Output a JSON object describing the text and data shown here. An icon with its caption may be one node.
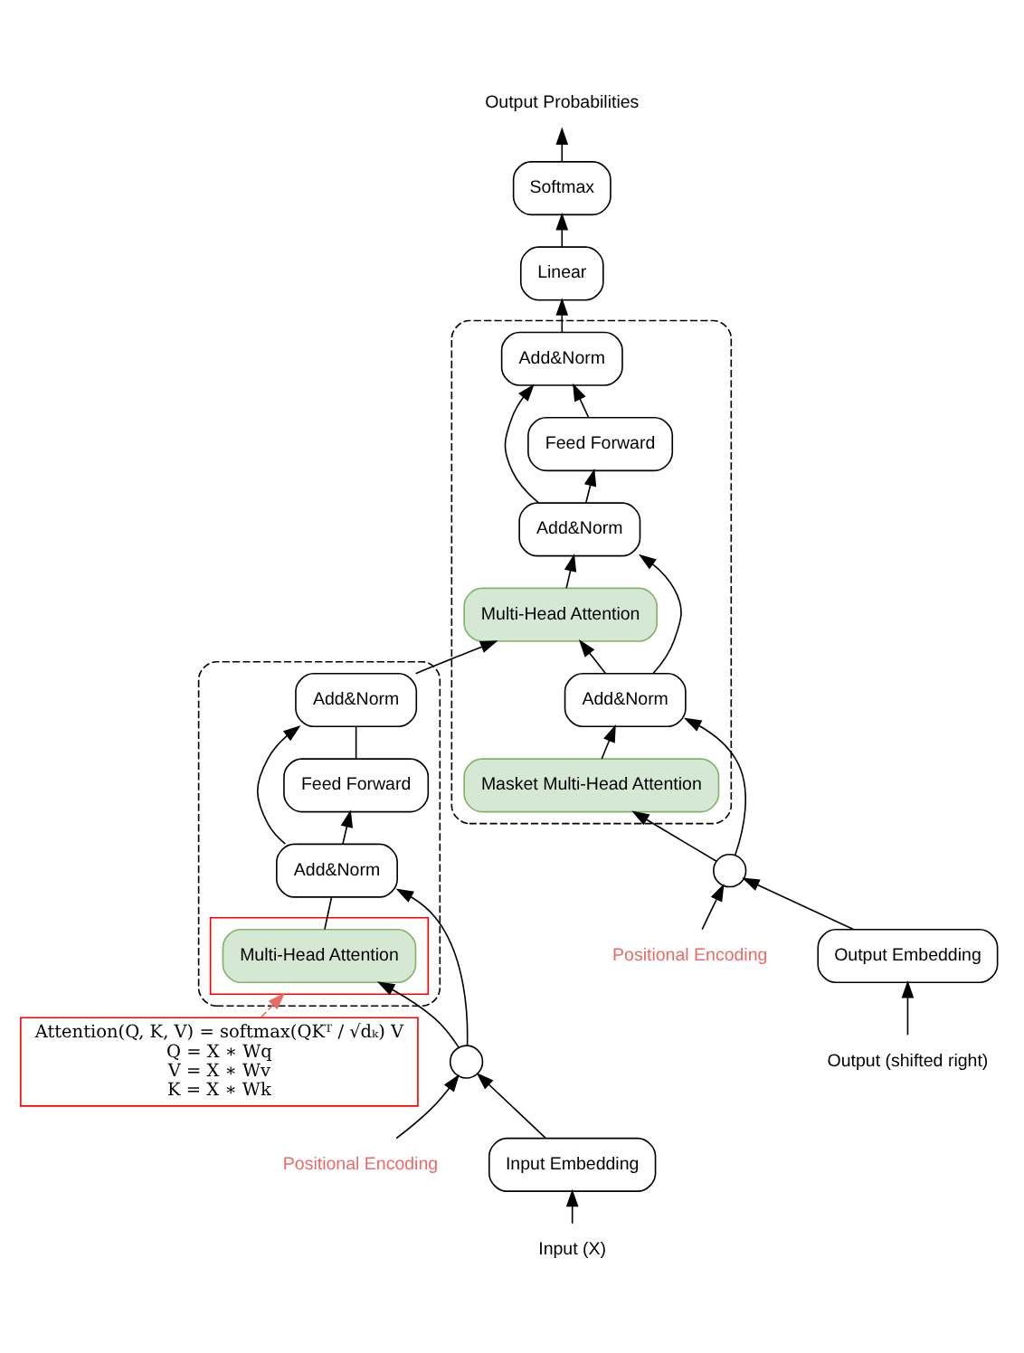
{
  "diagram": {
    "nodes": [
      {
        "text": [
          "Attention(Q, K, V) = softmax(QKᵀ / √dₖ) V",
          "Q = X ∗ Wq",
          "V = X ∗ Wv",
          "K = X ∗ Wk"
        ]
      },
      {
        "text": [],
        "shape": "box"
      },
      {
        "text": [],
        "shape": "box",
        "in": 1
      },
      {
        "text": [
          "Add&Norm"
        ],
        "in": 1
      },
      {
        "text": [
          "Feed Forward"
        ],
        "in": 1
      },
      {
        "text": [
          "Add&Norm"
        ],
        "in": 1
      },
      {
        "text": [
          "Multi-Head Attention"
        ],
        "in": 2
      },
      {
        "text": [
          "Positional Encoding"
        ]
      },
      {
        "text": [],
        "shape": "circle"
      },
      {
        "text": [
          "Input Embedding"
        ]
      },
      {
        "text": [
          "Input (X)"
        ]
      },
      {
        "text": [
          "Output Probabilities"
        ]
      },
      {
        "text": [
          "Softmax"
        ]
      },
      {
        "text": [
          "Linear"
        ]
      },
      {
        "text": [],
        "shape": "box"
      },
      {
        "text": [
          "Add&Norm"
        ],
        "in": 14
      },
      {
        "text": [
          "Feed Forward"
        ],
        "in": 14
      },
      {
        "text": [
          "Add&Norm"
        ],
        "in": 14
      },
      {
        "text": [
          "Multi-Head Attention"
        ],
        "in": 14
      },
      {
        "text": [
          "Add&Norm"
        ],
        "in": 14
      },
      {
        "text": [
          "Masket Multi-Head Attention"
        ],
        "in": 14
      },
      {
        "text": [],
        "shape": "circle"
      },
      {
        "text": [
          "Positional Encoding"
        ]
      },
      {
        "text": [
          "Output Embedding"
        ]
      },
      {
        "text": [
          "Output (shifted right)"
        ]
      }
    ],
    "edges": [
      {
        "from": 10,
        "to": 9,
        "arrow": "to"
      },
      {
        "from": 9,
        "to": 8,
        "arrow": "to"
      },
      {
        "from": 7,
        "to": 8,
        "arrow": "to"
      },
      {
        "from": 8,
        "to": 6,
        "arrow": "to"
      },
      {
        "from": 8,
        "to": 5,
        "arrow": "to"
      },
      {
        "from": 6,
        "to": 5,
        "arrow": "none"
      },
      {
        "from": 5,
        "to": 4,
        "arrow": "to"
      },
      {
        "from": 5,
        "to": 3,
        "arrow": "to"
      },
      {
        "from": 4,
        "to": 3,
        "arrow": "none"
      },
      {
        "from": 3,
        "to": 18,
        "arrow": "to"
      },
      {
        "from": 0,
        "to": 2,
        "arrow": "to",
        "style": "dashed",
        "color": "#ea6b66"
      },
      {
        "from": 24,
        "to": 23,
        "arrow": "to"
      },
      {
        "from": 23,
        "to": 21,
        "arrow": "to"
      },
      {
        "from": 22,
        "to": 21,
        "arrow": "to"
      },
      {
        "from": 21,
        "to": 20,
        "arrow": "to"
      },
      {
        "from": 21,
        "to": 19,
        "arrow": "to"
      },
      {
        "from": 20,
        "to": 19,
        "arrow": "to"
      },
      {
        "from": 19,
        "to": 18,
        "arrow": "to"
      },
      {
        "from": 18,
        "to": 17,
        "arrow": "to"
      },
      {
        "from": 19,
        "to": 17,
        "arrow": "to"
      },
      {
        "from": 17,
        "to": 16,
        "arrow": "to"
      },
      {
        "from": 17,
        "to": 15,
        "arrow": "to"
      },
      {
        "from": 16,
        "to": 15,
        "arrow": "to"
      },
      {
        "from": 15,
        "to": 13,
        "arrow": "to"
      },
      {
        "from": 13,
        "to": 12,
        "arrow": "to"
      },
      {
        "from": 12,
        "to": 11,
        "arrow": "to"
      }
    ]
  }
}
